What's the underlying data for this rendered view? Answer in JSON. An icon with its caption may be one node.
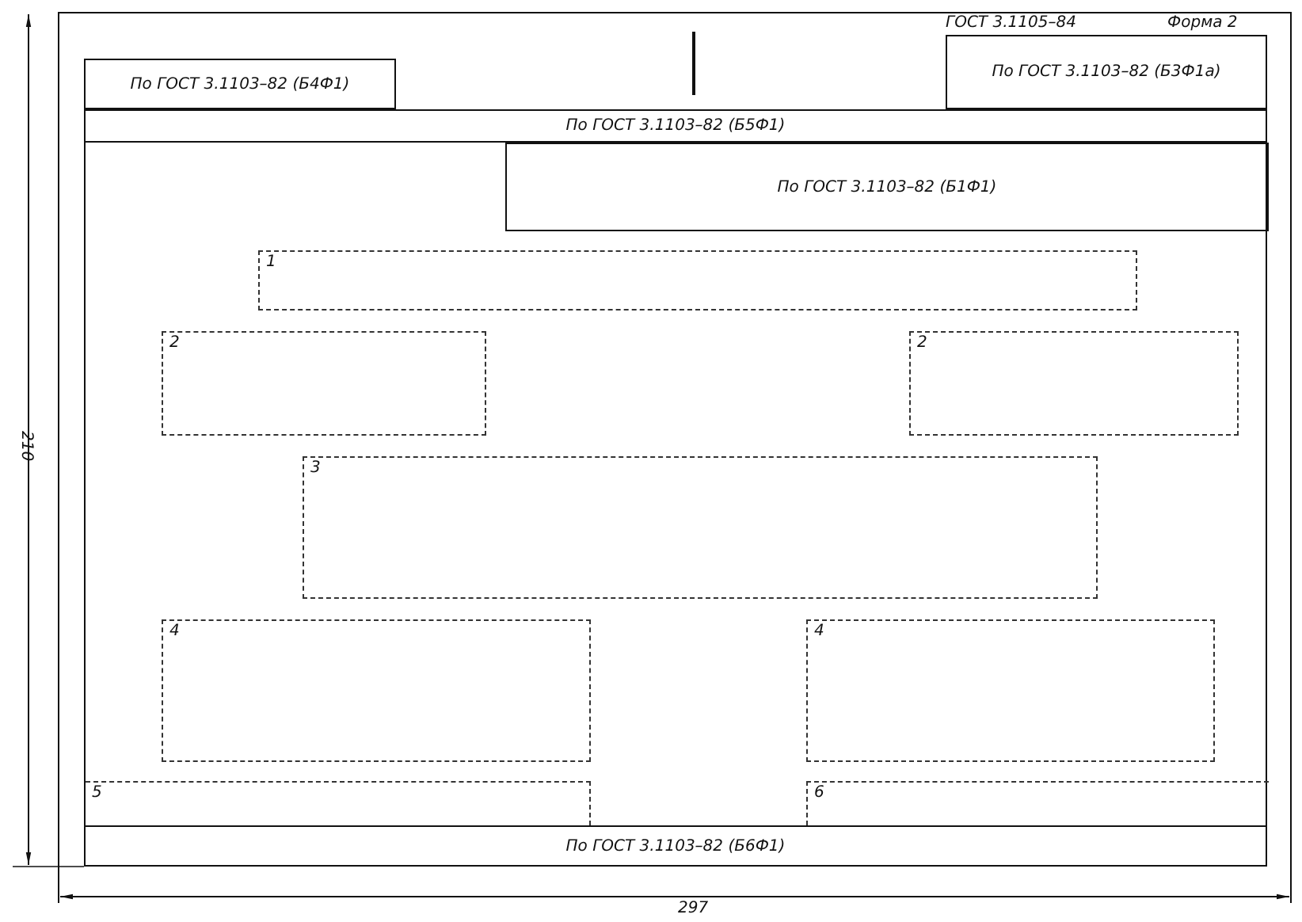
{
  "diagram": {
    "nodes": [
      {
        "text": [
          "По ГОСТ 3.1103–82 (Б4Ф1)"
        ]
      },
      {
        "text": [
          "По ГОСТ 3.1103–82 (Б3Ф1а)"
        ]
      },
      {
        "text": [
          "По ГОСТ 3.1103–82 (Б5Ф1)"
        ]
      },
      {
        "text": [],
        "shape": "box"
      },
      {
        "text": [
          "По ГОСТ 3.1103–82 (Б1Ф1)"
        ],
        "in": 3
      },
      {
        "text": [
          "1"
        ],
        "in": 3
      },
      {
        "text": [
          "2"
        ],
        "in": 3
      },
      {
        "text": [
          "2"
        ],
        "in": 3
      },
      {
        "text": [
          "3"
        ],
        "in": 3
      },
      {
        "text": [
          "4"
        ],
        "in": 3
      },
      {
        "text": [
          "4"
        ],
        "in": 3
      },
      {
        "text": [
          "5"
        ],
        "in": 3
      },
      {
        "text": [
          "6"
        ],
        "in": 3
      },
      {
        "text": [
          "По ГОСТ 3.1103–82 (Б6Ф1)"
        ]
      }
    ],
    "labels": [
      "ГОСТ 3.1105–84",
      "Форма 2",
      "210",
      "297"
    ]
  }
}
